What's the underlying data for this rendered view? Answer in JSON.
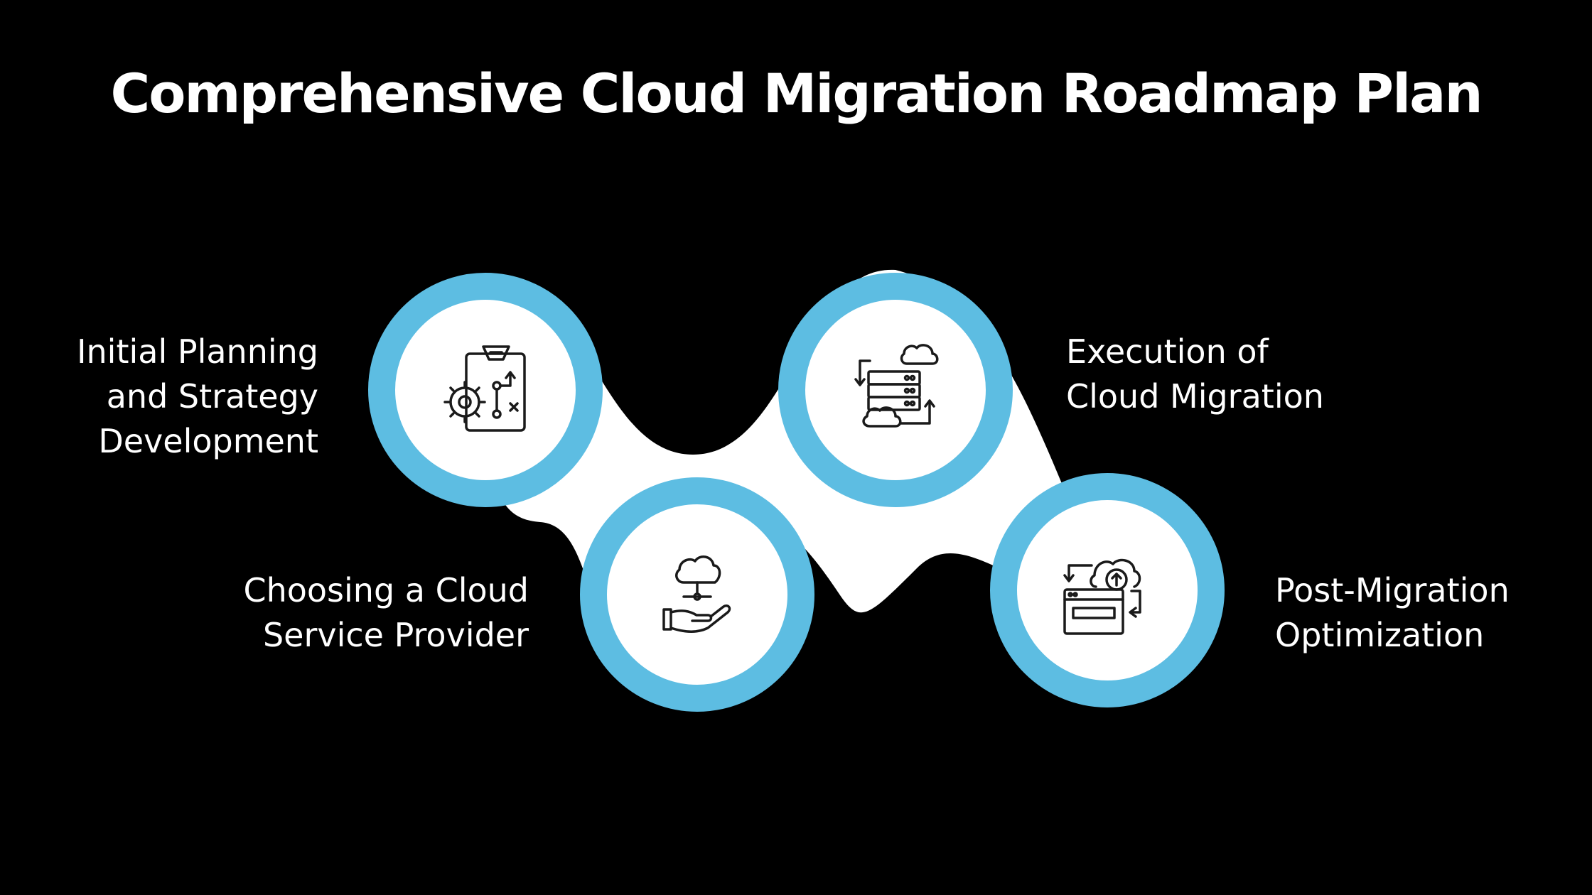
{
  "title": "Comprehensive Cloud Migration Roadmap Plan",
  "colors": {
    "background": "#000000",
    "ring": "#5dbde2",
    "connector": "#ffffff",
    "icon_stroke": "#1a1a1a",
    "text": "#ffffff"
  },
  "steps": [
    {
      "label_lines": [
        "Initial Planning",
        "and Strategy",
        "Development"
      ],
      "icon": "clipboard-strategy-gear-icon"
    },
    {
      "label_lines": [
        "Choosing a Cloud",
        "Service Provider"
      ],
      "icon": "cloud-hand-provider-icon"
    },
    {
      "label_lines": [
        "Execution of",
        "Cloud Migration"
      ],
      "icon": "server-cloud-transfer-icon"
    },
    {
      "label_lines": [
        "Post-Migration",
        "Optimization"
      ],
      "icon": "cloud-upload-window-icon"
    }
  ]
}
